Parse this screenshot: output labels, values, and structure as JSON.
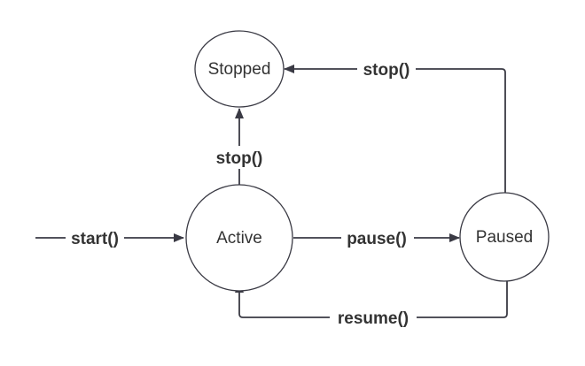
{
  "diagram": {
    "states": {
      "stopped": "Stopped",
      "active": "Active",
      "paused": "Paused"
    },
    "transitions": {
      "start": "start()",
      "stop_from_active": "stop()",
      "pause": "pause()",
      "resume": "resume()",
      "stop_from_paused": "stop()"
    }
  }
}
